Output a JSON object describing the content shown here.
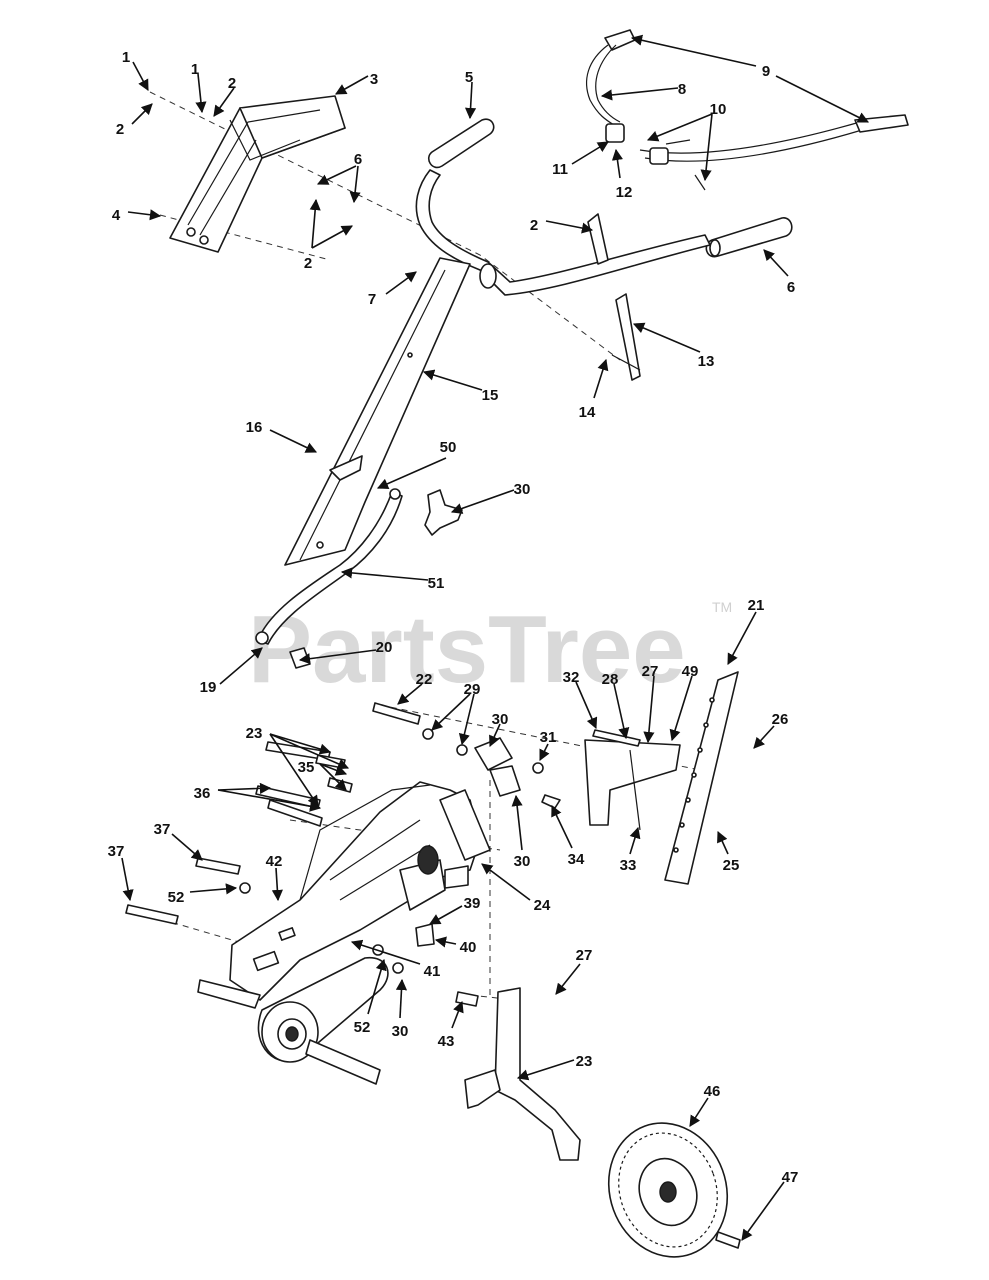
{
  "watermark": {
    "text": "PartsTree",
    "trademark": "TM"
  },
  "callouts": [
    "1",
    "1",
    "2",
    "2",
    "2",
    "2",
    "3",
    "4",
    "5",
    "6",
    "6",
    "7",
    "8",
    "9",
    "10",
    "11",
    "12",
    "13",
    "14",
    "15",
    "16",
    "50",
    "30",
    "51",
    "19",
    "20",
    "21",
    "22",
    "29",
    "30",
    "31",
    "32",
    "28",
    "27",
    "49",
    "26",
    "23",
    "35",
    "36",
    "37",
    "37",
    "42",
    "52",
    "30",
    "34",
    "33",
    "25",
    "24",
    "39",
    "40",
    "41",
    "52",
    "30",
    "43",
    "27",
    "23",
    "46",
    "47",
    "48"
  ]
}
